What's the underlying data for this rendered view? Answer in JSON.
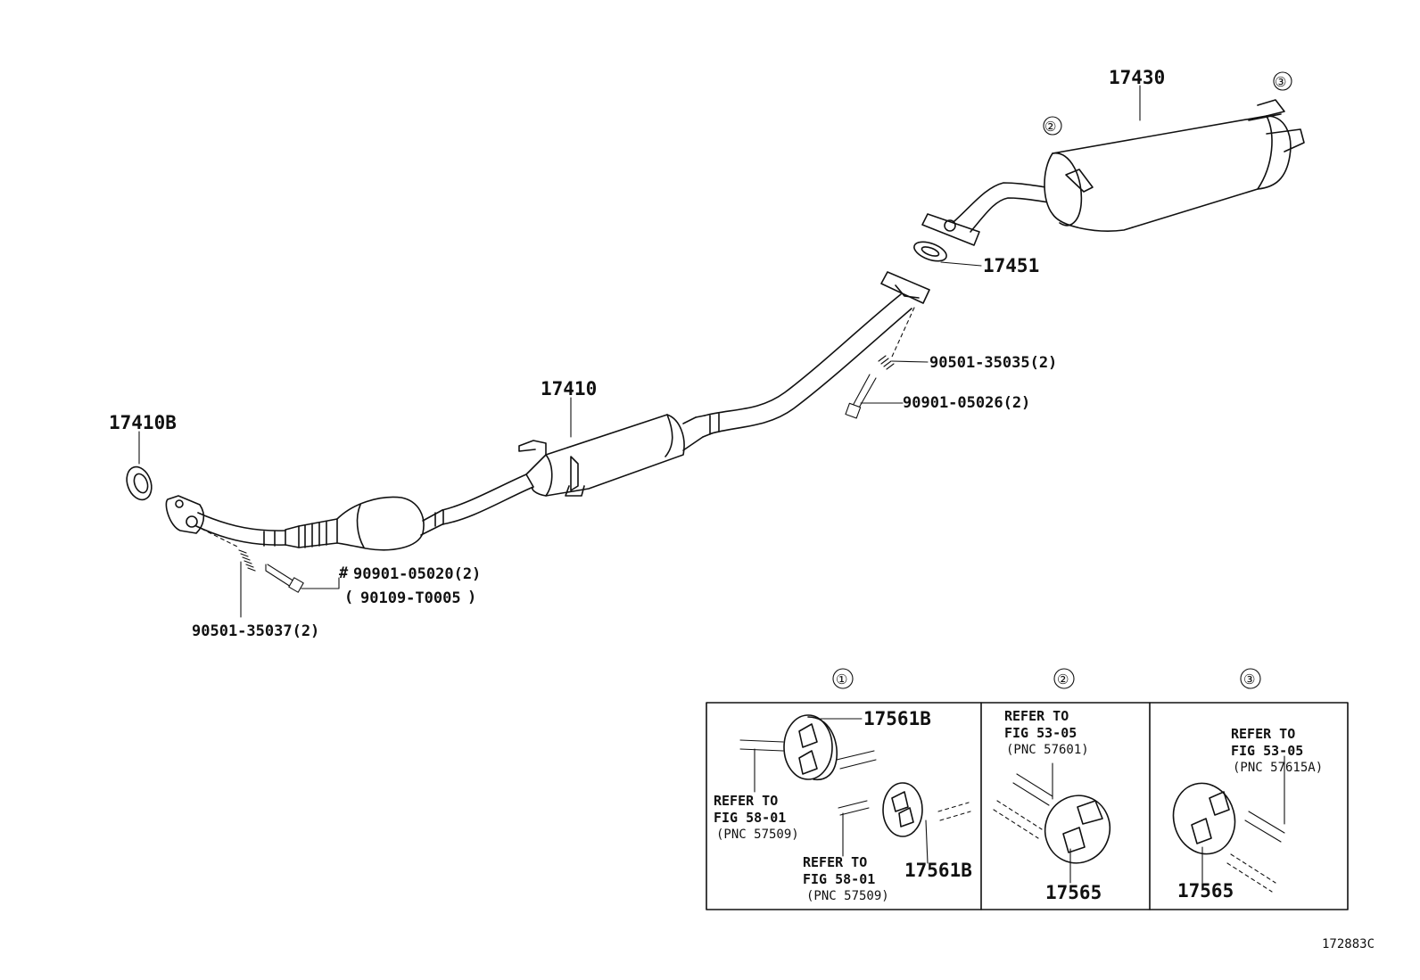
{
  "parts": {
    "gasket_front": "17410B",
    "front_pipe": "17410",
    "tail_pipe_muffler": "17430",
    "gasket_rear": "17451",
    "spring_front": "90501-35037(2)",
    "bolt_front_hash": "#",
    "bolt_front": "90901-05020(2)",
    "bolt_front_alt_open": "(",
    "bolt_front_alt": "90109-T0005",
    "bolt_front_alt_close": ")",
    "spring_rear": "90501-35035(2)",
    "bolt_rear": "90901-05026(2)"
  },
  "callouts": {
    "c1": "①",
    "c2": "②",
    "c3": "③"
  },
  "insets": [
    {
      "number": "①",
      "hanger_top": "17561B",
      "hanger_bottom": "17561B",
      "ref_a": {
        "line1": "REFER TO",
        "line2": "FIG 58-01",
        "line3": "(PNC 57509)"
      },
      "ref_b": {
        "line1": "REFER TO",
        "line2": "FIG 58-01",
        "line3": "(PNC 57509)"
      }
    },
    {
      "number": "②",
      "hanger": "17565",
      "ref": {
        "line1": "REFER TO",
        "line2": "FIG 53-05",
        "line3": "(PNC 57601)"
      }
    },
    {
      "number": "③",
      "hanger": "17565",
      "ref": {
        "line1": "REFER TO",
        "line2": "FIG 53-05",
        "line3": "(PNC 57615A)"
      }
    }
  ],
  "figure_id": "172883C"
}
